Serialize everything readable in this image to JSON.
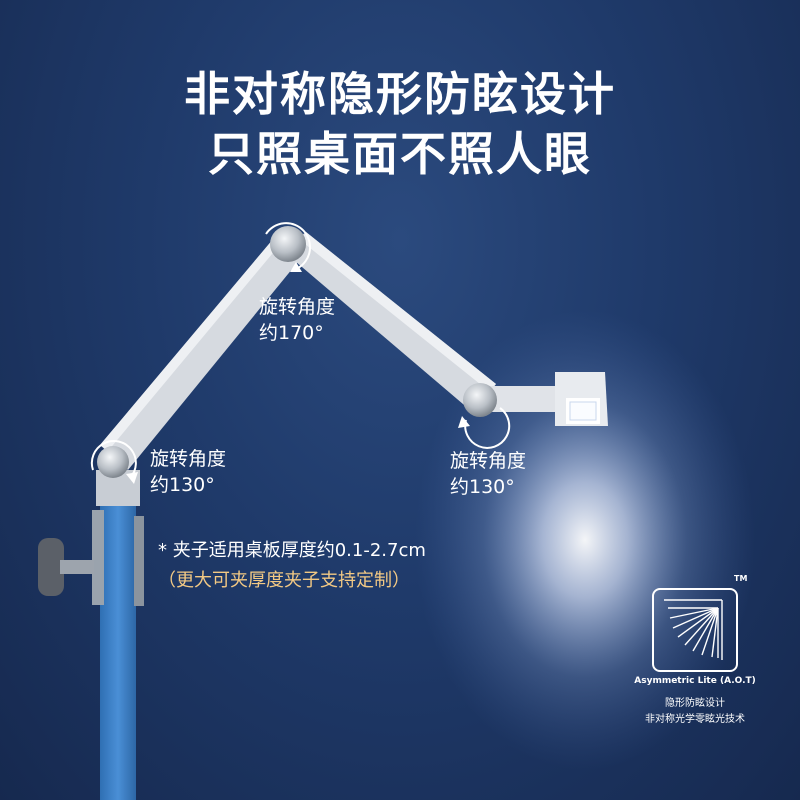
{
  "headline": {
    "line1": "非对称隐形防眩设计",
    "line2": "只照桌面不照人眼"
  },
  "joints": {
    "top": {
      "line1": "旋转角度",
      "line2": "约170°"
    },
    "left": {
      "line1": "旋转角度",
      "line2": "约130°"
    },
    "right": {
      "line1": "旋转角度",
      "line2": "约130°"
    }
  },
  "clamp_note": {
    "line1": "* 夹子适用桌板厚度约0.1-2.7cm",
    "line2": "（更大可夹厚度夹子支持定制）"
  },
  "badge": {
    "tm": "TM",
    "name": "Asymmetric Lite (A.O.T)",
    "line1": "隐形防眩设计",
    "line2": "非对称光学零眩光技术"
  },
  "colors": {
    "background": "#1f3a6a",
    "pole": "#3f82c8",
    "arm": "#d9dde3",
    "accent_text": "#f3c984"
  }
}
